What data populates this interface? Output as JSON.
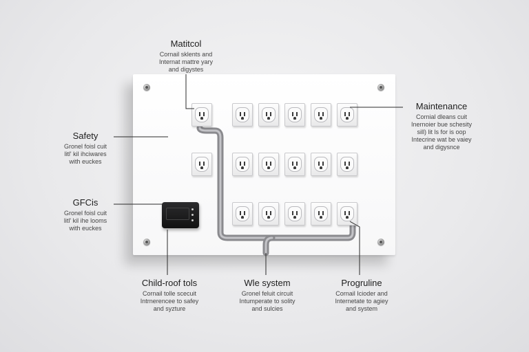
{
  "labels": {
    "top": {
      "title": "Matitcol",
      "desc": "Cornail sklents and\nInternat mattre yary\nand digystes"
    },
    "maintenance": {
      "title": "Maintenance",
      "desc": "Cornial dleans cuit\nInernoier bue schesity\nsill) lit ls for is oop\nIntecrine wat be vaiey\nand digysnce"
    },
    "safety": {
      "title": "Safety",
      "desc": "Gronel foisl cuit\nlitl' kil ihciwares\nwith euckes"
    },
    "gfcis": {
      "title": "GFCis",
      "desc": "Gronel foisl cuit\nlitl' kil ihe looms\nwith euckes"
    },
    "child": {
      "title": "Child-roof tols",
      "desc": "Cornail tolle scecuit\nIntrnerencee to safey\nand syzture"
    },
    "wire": {
      "title": "Wle system",
      "desc": "Gronel feluit circuit\nIntumperate to solity\nand sulcies"
    },
    "prog": {
      "title": "Progruline",
      "desc": "Cornail Icioder and\nInternetate to agiey\nand system"
    }
  },
  "colors": {
    "conduit": "#8a8a8e",
    "conduit_light": "#b9b9bd",
    "leader": "#2a2a2a",
    "gfci_body": "#1a1a1c"
  },
  "icons": {
    "outlet": "outlet-icon",
    "screw": "screw-icon",
    "gfci": "gfci-outlet-icon"
  }
}
